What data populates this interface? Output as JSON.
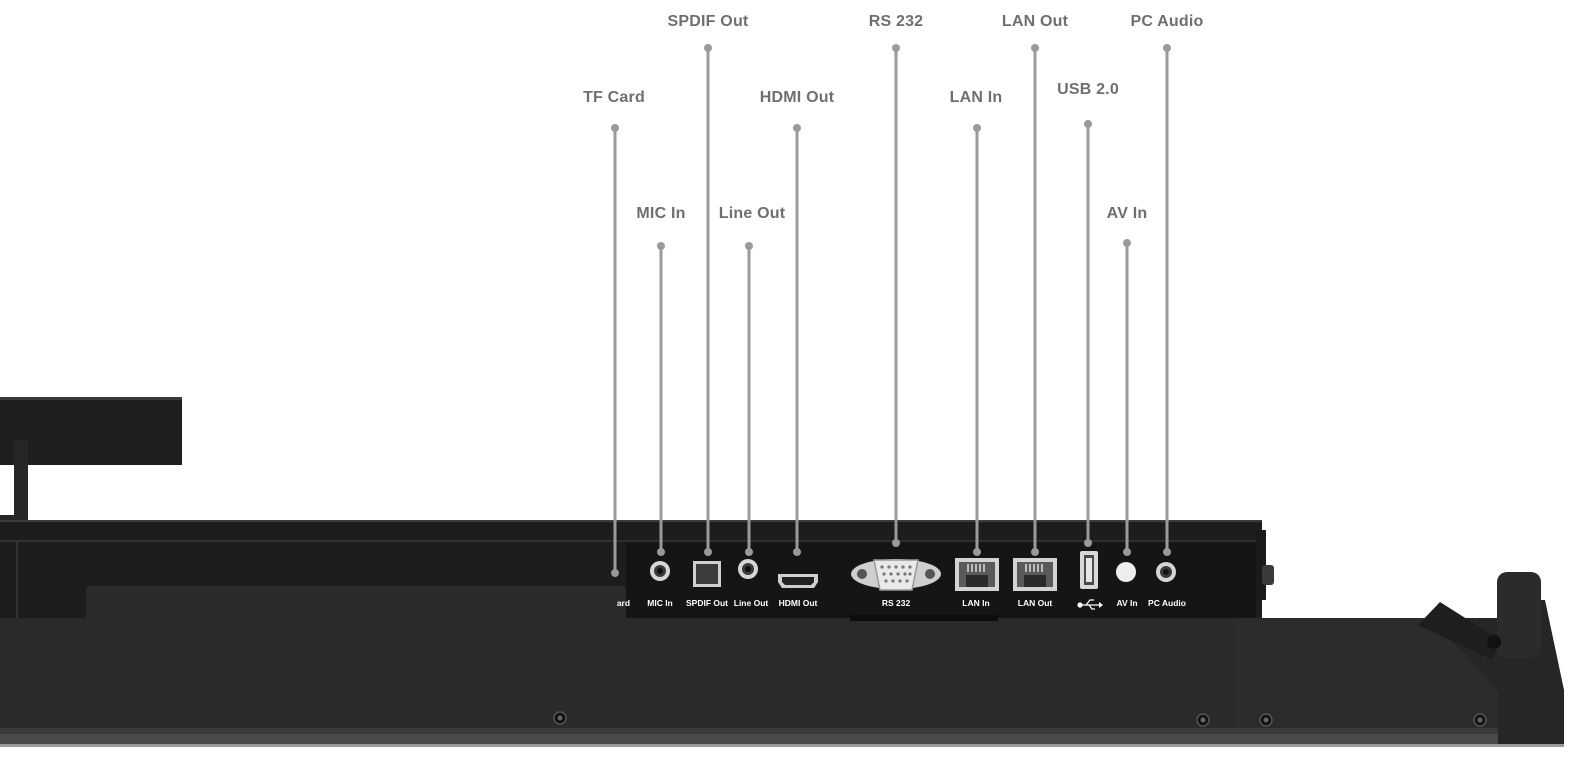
{
  "callouts": [
    {
      "id": "tf-card",
      "label": "TF Card"
    },
    {
      "id": "mic-in",
      "label": "MIC In"
    },
    {
      "id": "spdif-out",
      "label": "SPDIF Out"
    },
    {
      "id": "line-out",
      "label": "Line Out"
    },
    {
      "id": "hdmi-out",
      "label": "HDMI Out"
    },
    {
      "id": "rs-232",
      "label": "RS 232"
    },
    {
      "id": "lan-in",
      "label": "LAN In"
    },
    {
      "id": "lan-out",
      "label": "LAN Out"
    },
    {
      "id": "usb-2-0",
      "label": "USB 2.0"
    },
    {
      "id": "av-in",
      "label": "AV In"
    },
    {
      "id": "pc-audio",
      "label": "PC Audio"
    }
  ],
  "panel_labels": {
    "tf_card": "TF Card",
    "mic_in": "MIC In",
    "spdif_out": "SPDIF Out",
    "line_out": "Line Out",
    "hdmi_out": "HDMI Out",
    "rs_232": "RS 232",
    "lan_in": "LAN In",
    "lan_out": "LAN Out",
    "av_in": "AV In",
    "pc_audio": "PC Audio"
  },
  "icons": {
    "usb_symbol": "usb-icon"
  },
  "colors": {
    "background": "#ffffff",
    "callout_text": "#6f6f6f",
    "leader_line": "#9a9a9a",
    "device_body": "#2a2a2a",
    "device_dark": "#1c1c1c",
    "port_label_text": "#ffffff"
  }
}
